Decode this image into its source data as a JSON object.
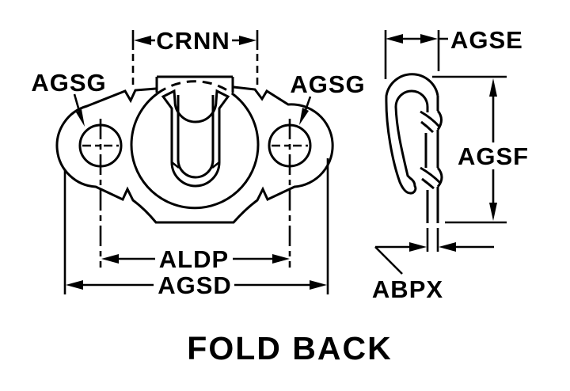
{
  "drawing": {
    "title": "FOLD BACK",
    "kind": "technical line drawing of a fold-back clip fastener, front view and side profile view",
    "ink_color": "#000000",
    "background_color": "#ffffff",
    "front_view": {
      "dim_crnn": "CRNN",
      "label_agsg_left": "AGSG",
      "label_agsg_right": "AGSG",
      "dim_aldp": "ALDP",
      "dim_agsd": "AGSD"
    },
    "side_view": {
      "dim_agse": "AGSE",
      "dim_agsf": "AGSF",
      "dim_abpx": "ABPX"
    }
  }
}
